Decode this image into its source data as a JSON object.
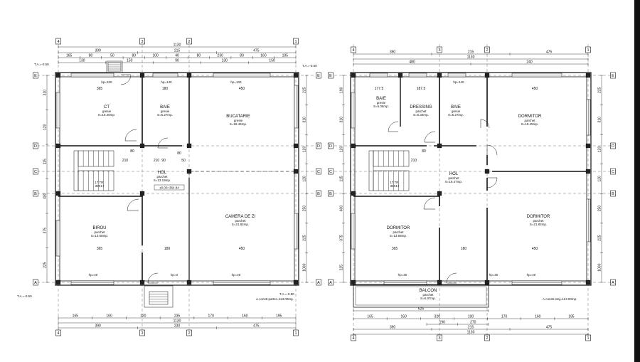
{
  "ground_floor": {
    "top_total": "1130",
    "top_row1": [
      "390",
      "215",
      "475"
    ],
    "top_row2": [
      "165",
      "80",
      "50",
      "80",
      "100",
      "40",
      "80",
      "230",
      "80",
      "160",
      "195"
    ],
    "top_row3": [
      "130",
      "150",
      "90",
      "130",
      "150"
    ],
    "bottom_total": "1130",
    "bottom_row1": [
      "165",
      "160",
      "120",
      "235",
      "170",
      "160",
      "195"
    ],
    "bottom_row2": [
      "390",
      "230",
      "475"
    ],
    "left_dims": [
      "310",
      "120",
      "115",
      "400",
      "375",
      "225"
    ],
    "right_dims": [
      "225",
      "310",
      "120",
      "120",
      "250",
      "225",
      "1000"
    ],
    "ta_left_top": "T.A.=-0.50",
    "ta_right_top": "T.A.=-0.50",
    "ta_left_bottom": "T.A.=-0.50",
    "ta_right_bottom": "T.A.=-0.50",
    "hp_labels": [
      "hp=100",
      "hp=140",
      "hp=100",
      "hp=40",
      "hp=0",
      "hp=40"
    ],
    "rooms": [
      {
        "name": "CT",
        "finish": "gresie",
        "area": "S=10.46mp."
      },
      {
        "name": "BAIE",
        "finish": "gresie",
        "area": "S=5.27mp."
      },
      {
        "name": "BUCATARIE",
        "finish": "gresie",
        "area": "S=18.45mp."
      },
      {
        "name": "HOL",
        "finish": "parchet",
        "area": "S=13.19mp."
      },
      {
        "name": "BIROU",
        "finish": "parchet",
        "area": "S=13.68mp."
      },
      {
        "name": "CAMERA DE ZI",
        "finish": "parchet",
        "area": "S=21.82mp."
      }
    ],
    "stair_label": "17 TR.",
    "stair_sub": "30X17",
    "level": "±0.00=364.84",
    "area_note": "A.constr.parter=113.00mp.",
    "interior_dims": [
      "365",
      "180",
      "450",
      "365",
      "180",
      "450",
      "210",
      "80",
      "210",
      "90",
      "80",
      "50"
    ]
  },
  "first_floor": {
    "top_total": "1130",
    "top_row1": [
      "390",
      "215",
      "475"
    ],
    "top_row2": [
      "480",
      "240"
    ],
    "bottom_total": "1130",
    "bottom_row1": [
      "165",
      "160",
      "320",
      "100",
      "170",
      "160",
      "195"
    ],
    "bottom_row2": [
      "190",
      "270"
    ],
    "bottom_row3": [
      "390",
      "215",
      "475"
    ],
    "balcony_width": "625",
    "left_dims": [
      "190",
      "310",
      "120",
      "115",
      "400",
      "375",
      "225"
    ],
    "right_dims": [
      "225",
      "310",
      "120",
      "120",
      "250",
      "225",
      "1000"
    ],
    "hp_labels": [
      "hp=140",
      "hp=40",
      "hp=40",
      "hp=40"
    ],
    "rooms": [
      {
        "name": "BAIE",
        "finish": "gresie",
        "area": "S=5.05mp."
      },
      {
        "name": "DRESSING",
        "finish": "parchet",
        "area": "S=5.34mp."
      },
      {
        "name": "BAIE",
        "finish": "gresie",
        "area": "S=5.27mp."
      },
      {
        "name": "DORMITOR",
        "finish": "parchet",
        "area": "S=18.45mp."
      },
      {
        "name": "HOL",
        "finish": "parchet",
        "area": "S=19.47mp."
      },
      {
        "name": "DORMITOR",
        "finish": "parchet",
        "area": "S=13.68mp."
      },
      {
        "name": "DORMITOR",
        "finish": "parchet",
        "area": "S=21.82mp."
      },
      {
        "name": "BALCON",
        "finish": "parchet",
        "area": "S=6.87mp."
      }
    ],
    "stair_label": "17 TR.",
    "stair_sub": "30X17",
    "area_note": "A.constr.etaj=113.00mp.",
    "interior_dims": [
      "177.5",
      "187.5",
      "450",
      "365",
      "180",
      "450",
      "210",
      "80"
    ]
  },
  "axes": {
    "numbered": [
      "4",
      "3",
      "2",
      "1"
    ],
    "lettered": [
      "E",
      "D",
      "C",
      "B",
      "A"
    ]
  }
}
